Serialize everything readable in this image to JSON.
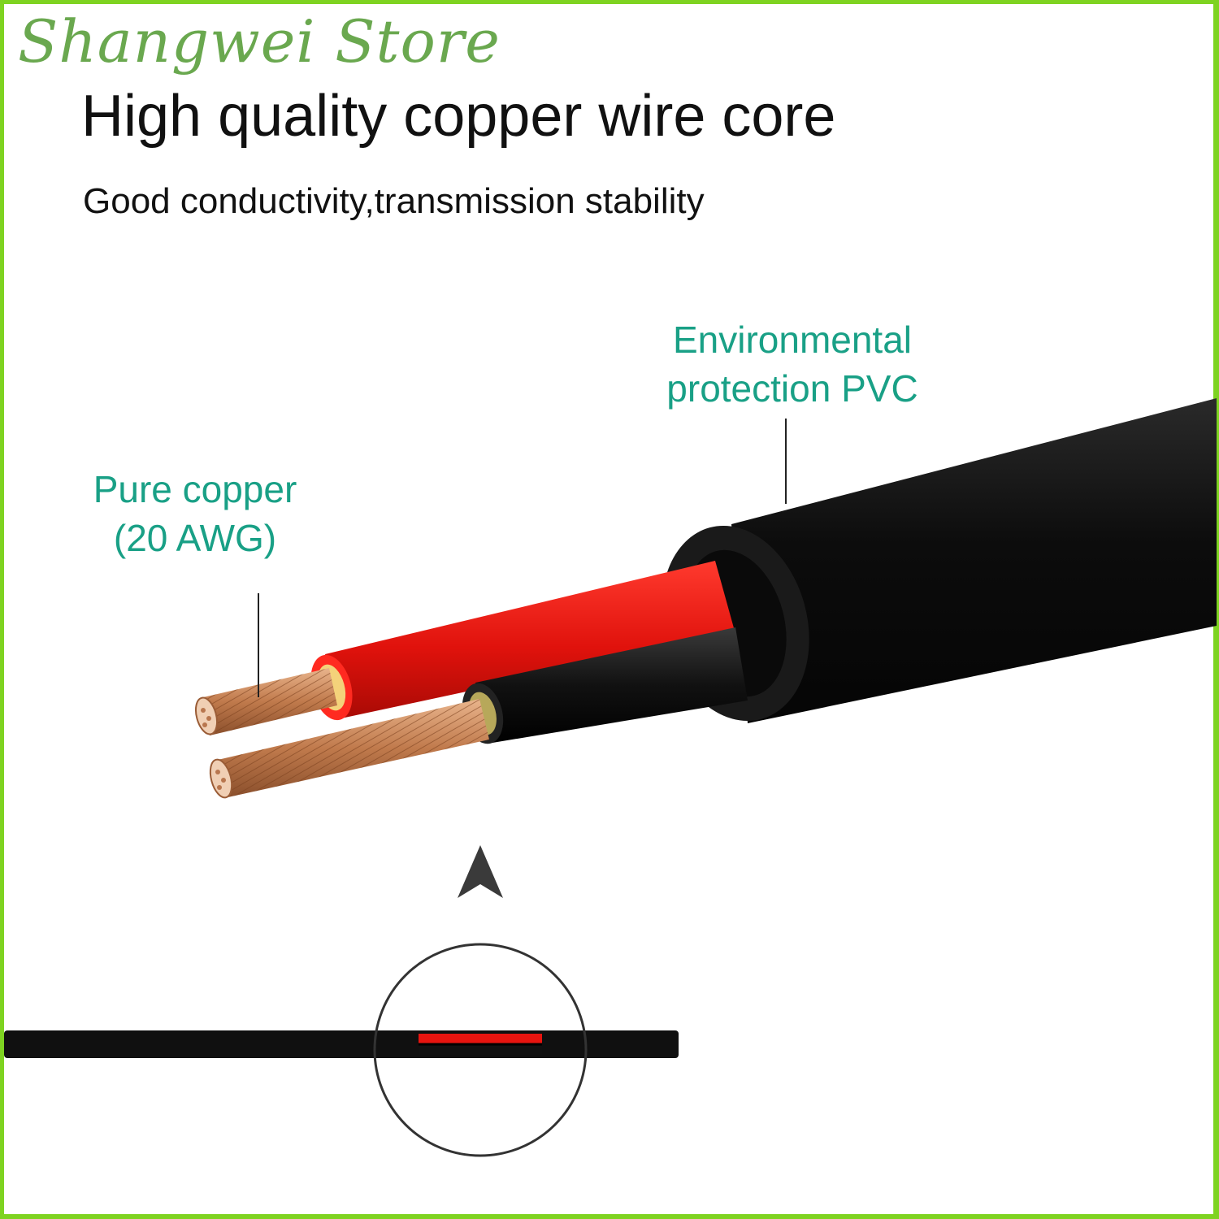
{
  "brand": {
    "name": "Shangwei Store"
  },
  "heading": {
    "title": "High quality copper wire core",
    "subtitle": "Good conductivity,transmission stability"
  },
  "callouts": {
    "pvc": {
      "line1": "Environmental",
      "line2": "protection PVC"
    },
    "copper": {
      "line1": "Pure copper",
      "line2": "(20 AWG)"
    }
  },
  "colors": {
    "frame": "#7ed321",
    "brand": "#6aa84f",
    "callout": "#19a086",
    "jacket": "#111111",
    "red_insulation": "#e8140f",
    "copper": "#c8865a"
  },
  "icons": [
    "cable-diagram",
    "arrow-up-icon",
    "zoom-circle"
  ]
}
